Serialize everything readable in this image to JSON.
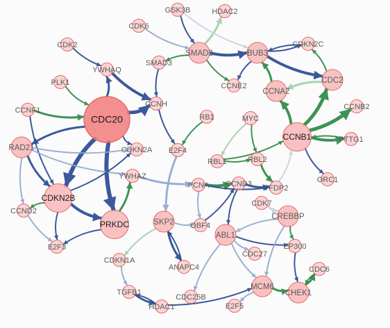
{
  "colors": {
    "background": "#fbfbfb",
    "node_fill": "#f7b7b7",
    "node_fill_big": "#f27b7b",
    "node_stroke": "#e46b6b",
    "edge_blue": "#2b4c93",
    "edge_lightblue": "#93a9d1",
    "edge_green": "#2f8a49",
    "edge_lightgreen": "#9fd0ab",
    "edge_gray": "#c9d1e3"
  },
  "nodes": [
    {
      "id": "GSK3B",
      "label": "GSK3B",
      "size": "s"
    },
    {
      "id": "HDAC2",
      "label": "HDAC2",
      "size": "s"
    },
    {
      "id": "CDK6",
      "label": "CDK6",
      "size": "s"
    },
    {
      "id": "SMAD2",
      "label": "SMAD2",
      "size": "m"
    },
    {
      "id": "BUB3",
      "label": "BUB3",
      "size": "m"
    },
    {
      "id": "CDKN2C",
      "label": "CDKN2C",
      "size": "s"
    },
    {
      "id": "CDK2",
      "label": "CDK2",
      "size": "s"
    },
    {
      "id": "YWHAQ",
      "label": "YWHAQ",
      "size": "s"
    },
    {
      "id": "SMAD3",
      "label": "SMAD3",
      "size": "s"
    },
    {
      "id": "CCNE2",
      "label": "CCNE2",
      "size": "s"
    },
    {
      "id": "CDC2",
      "label": "CDC2",
      "size": "m"
    },
    {
      "id": "PLK1",
      "label": "PLK1",
      "size": "s"
    },
    {
      "id": "CCNA2",
      "label": "CCNA2",
      "size": "m"
    },
    {
      "id": "CCNH",
      "label": "CCNH",
      "size": "s"
    },
    {
      "id": "CCNF1",
      "label": "CCNF1",
      "size": "s"
    },
    {
      "id": "CDC20",
      "label": "CDC20",
      "size": "xl"
    },
    {
      "id": "CCNB2",
      "label": "CCNB2",
      "size": "s"
    },
    {
      "id": "RB1",
      "label": "RB1",
      "size": "s"
    },
    {
      "id": "MYC",
      "label": "MYC",
      "size": "s"
    },
    {
      "id": "CCNB1",
      "label": "CCNB1",
      "size": "l"
    },
    {
      "id": "PTTG1",
      "label": "PTTG1",
      "size": "s"
    },
    {
      "id": "RAD21",
      "label": "RAD21",
      "size": "m"
    },
    {
      "id": "CDKN2A",
      "label": "CDKN2A",
      "size": "s"
    },
    {
      "id": "E2F4",
      "label": "E2F4",
      "size": "s"
    },
    {
      "id": "RBL1",
      "label": "RBL1",
      "size": "s"
    },
    {
      "id": "RBL2",
      "label": "RBL2",
      "size": "s"
    },
    {
      "id": "YWHAZ",
      "label": "YWHAZ",
      "size": "s"
    },
    {
      "id": "ORC1",
      "label": "ORC1",
      "size": "s"
    },
    {
      "id": "PCNA",
      "label": "PCNA",
      "size": "s"
    },
    {
      "id": "CCND3",
      "label": "CCND3",
      "size": "s"
    },
    {
      "id": "TFDP2",
      "label": "TFDP2",
      "size": "s"
    },
    {
      "id": "CDKN2B",
      "label": "CDKN2B",
      "size": "l"
    },
    {
      "id": "CCND2",
      "label": "CCND2",
      "size": "s"
    },
    {
      "id": "CDK7",
      "label": "CDK7",
      "size": "s"
    },
    {
      "id": "CREBBP",
      "label": "CREBBP",
      "size": "m"
    },
    {
      "id": "DBF4",
      "label": "DBF4",
      "size": "s"
    },
    {
      "id": "PRKDC",
      "label": "PRKDC",
      "size": "l"
    },
    {
      "id": "SKP2",
      "label": "SKP2",
      "size": "m"
    },
    {
      "id": "ABL1",
      "label": "ABL1",
      "size": "m"
    },
    {
      "id": "E2F3",
      "label": "E2F3",
      "size": "s"
    },
    {
      "id": "EP300",
      "label": "EP300",
      "size": "s"
    },
    {
      "id": "CDC27",
      "label": "CDC27",
      "size": "s"
    },
    {
      "id": "CDKN1A",
      "label": "CDKN1A",
      "size": "s"
    },
    {
      "id": "ANAPC4",
      "label": "ANAPC4",
      "size": "s"
    },
    {
      "id": "CDC6",
      "label": "CDC6",
      "size": "s"
    },
    {
      "id": "MCM6",
      "label": "MCM6",
      "size": "m"
    },
    {
      "id": "CHEK1",
      "label": "CHEK1",
      "size": "m"
    },
    {
      "id": "TGFB1",
      "label": "TGFB1",
      "size": "s"
    },
    {
      "id": "CDC25B",
      "label": "CDC25B",
      "size": "s"
    },
    {
      "id": "HDAC1",
      "label": "HDAC1",
      "size": "s"
    },
    {
      "id": "E2F5",
      "label": "E2F5",
      "size": "s"
    }
  ],
  "edges": [
    {
      "s": "CDC20",
      "t": "CDKN2B",
      "c": "blue",
      "w": 6
    },
    {
      "s": "CDC20",
      "t": "PRKDC",
      "c": "blue",
      "w": 6
    },
    {
      "s": "CDC20",
      "t": "CCNH",
      "c": "blue",
      "w": 5
    },
    {
      "s": "CDC20",
      "t": "RAD21",
      "c": "blue",
      "w": 3
    },
    {
      "s": "CDC20",
      "t": "YWHAQ",
      "c": "blue",
      "w": 3
    },
    {
      "s": "CDC20",
      "t": "CDKN2A",
      "c": "blue",
      "w": 2
    },
    {
      "s": "PLK1",
      "t": "CDC20",
      "c": "green",
      "w": 2
    },
    {
      "s": "CCNF1",
      "t": "CDC20",
      "c": "green",
      "w": 3
    },
    {
      "s": "CDK2",
      "t": "YWHAQ",
      "c": "blue",
      "w": 2
    },
    {
      "s": "YWHAQ",
      "t": "CCNH",
      "c": "blue",
      "w": 4
    },
    {
      "s": "SMAD3",
      "t": "CCNH",
      "c": "blue",
      "w": 2
    },
    {
      "s": "CCNH",
      "t": "E2F4",
      "c": "blue",
      "w": 2
    },
    {
      "s": "RB1",
      "t": "E2F4",
      "c": "green",
      "w": 2
    },
    {
      "s": "RAD21",
      "t": "CDKN2B",
      "c": "blue",
      "w": 3
    },
    {
      "s": "CCNF1",
      "t": "CDKN2B",
      "c": "blue",
      "w": 2
    },
    {
      "s": "RAD21",
      "t": "YWHAZ",
      "c": "lightblue",
      "w": 2
    },
    {
      "s": "RAD21",
      "t": "CDKN2A",
      "c": "lightblue",
      "w": 2
    },
    {
      "s": "CDKN2B",
      "t": "PRKDC",
      "c": "blue",
      "w": 4
    },
    {
      "s": "CDKN2B",
      "t": "CDKN2A",
      "c": "blue",
      "w": 2
    },
    {
      "s": "CDKN2B",
      "t": "E2F3",
      "c": "blue",
      "w": 2
    },
    {
      "s": "CDKN2B",
      "t": "CCND2",
      "c": "green",
      "w": 2
    },
    {
      "s": "CCND2",
      "t": "E2F3",
      "c": "lightblue",
      "w": 2
    },
    {
      "s": "PRKDC",
      "t": "YWHAZ",
      "c": "green",
      "w": 3
    },
    {
      "s": "PRKDC",
      "t": "E2F3",
      "c": "blue",
      "w": 2
    },
    {
      "s": "RAD21",
      "t": "CCND2",
      "c": "lightblue",
      "w": 2
    },
    {
      "s": "YWHAZ",
      "t": "PCNA",
      "c": "lightblue",
      "w": 3
    },
    {
      "s": "E2F4",
      "t": "SKP2",
      "c": "lightblue",
      "w": 3
    },
    {
      "s": "SKP2",
      "t": "ANAPC4",
      "c": "blue",
      "w": 3
    },
    {
      "s": "ANAPC4",
      "t": "SKP2",
      "c": "blue",
      "w": 2
    },
    {
      "s": "SKP2",
      "t": "CDKN1A",
      "c": "lightgreen",
      "w": 2
    },
    {
      "s": "PCNA",
      "t": "CCND3",
      "c": "green",
      "w": 4
    },
    {
      "s": "CCND3",
      "t": "TFDP2",
      "c": "blue",
      "w": 3
    },
    {
      "s": "PCNA",
      "t": "TFDP2",
      "c": "blue",
      "w": 2
    },
    {
      "s": "PCNA",
      "t": "DBF4",
      "c": "lightblue",
      "w": 2
    },
    {
      "s": "DBF4",
      "t": "CCND3",
      "c": "blue",
      "w": 2
    },
    {
      "s": "CCND3",
      "t": "ABL1",
      "c": "blue",
      "w": 2
    },
    {
      "s": "RBL1",
      "t": "RBL2",
      "c": "green",
      "w": 2
    },
    {
      "s": "MYC",
      "t": "RBL1",
      "c": "lightgreen",
      "w": 2
    },
    {
      "s": "MYC",
      "t": "RBL2",
      "c": "green",
      "w": 2
    },
    {
      "s": "RBL2",
      "t": "TFDP2",
      "c": "green",
      "w": 3
    },
    {
      "s": "RBL1",
      "t": "CCNB1",
      "c": "green",
      "w": 2
    },
    {
      "s": "CCNB1",
      "t": "CCNA2",
      "c": "green",
      "w": 4
    },
    {
      "s": "CCNB1",
      "t": "CDC2",
      "c": "green",
      "w": 5
    },
    {
      "s": "CCNB1",
      "t": "CCNB2",
      "c": "green",
      "w": 5
    },
    {
      "s": "CCNB1",
      "t": "PTTG1",
      "c": "green",
      "w": 4
    },
    {
      "s": "PTTG1",
      "t": "CCNB1",
      "c": "green",
      "w": 2
    },
    {
      "s": "CCNB1",
      "t": "ORC1",
      "c": "blue",
      "w": 2
    },
    {
      "s": "TFDP2",
      "t": "CCNB1",
      "c": "gray",
      "w": 2
    },
    {
      "s": "CCNA2",
      "t": "BUB3",
      "c": "green",
      "w": 3
    },
    {
      "s": "CDC2",
      "t": "CDKN2C",
      "c": "green",
      "w": 2
    },
    {
      "s": "CDC2",
      "t": "CCNA2",
      "c": "lightgreen",
      "w": 3
    },
    {
      "s": "CDKN2C",
      "t": "BUB3",
      "c": "blue",
      "w": 2
    },
    {
      "s": "BUB3",
      "t": "CDKN2C",
      "c": "blue",
      "w": 2
    },
    {
      "s": "BUB3",
      "t": "CDC2",
      "c": "blue",
      "w": 4
    },
    {
      "s": "BUB3",
      "t": "CCNE2",
      "c": "blue",
      "w": 2
    },
    {
      "s": "SMAD2",
      "t": "BUB3",
      "c": "blue",
      "w": 4
    },
    {
      "s": "GSK3B",
      "t": "SMAD2",
      "c": "blue",
      "w": 2
    },
    {
      "s": "SMAD2",
      "t": "HDAC2",
      "c": "lightgreen",
      "w": 3
    },
    {
      "s": "SMAD2",
      "t": "SMAD3",
      "c": "green",
      "w": 2
    },
    {
      "s": "CDK6",
      "t": "SMAD2",
      "c": "lightblue",
      "w": 2
    },
    {
      "s": "SMAD2",
      "t": "CCNE2",
      "c": "green",
      "w": 2
    },
    {
      "s": "GSK3B",
      "t": "BUB3",
      "c": "gray",
      "w": 2
    },
    {
      "s": "CDK7",
      "t": "CREBBP",
      "c": "gray",
      "w": 3
    },
    {
      "s": "CREBBP",
      "t": "ABL1",
      "c": "lightblue",
      "w": 2
    },
    {
      "s": "CREBBP",
      "t": "EP300",
      "c": "green",
      "w": 2
    },
    {
      "s": "ABL1",
      "t": "EP300",
      "c": "blue",
      "w": 2
    },
    {
      "s": "ABL1",
      "t": "CDC27",
      "c": "lightblue",
      "w": 2
    },
    {
      "s": "ABL1",
      "t": "MCM6",
      "c": "lightblue",
      "w": 2
    },
    {
      "s": "ABL1",
      "t": "CDC25B",
      "c": "lightblue",
      "w": 2
    },
    {
      "s": "CREBBP",
      "t": "MCM6",
      "c": "lightblue",
      "w": 2
    },
    {
      "s": "MCM6",
      "t": "CHEK1",
      "c": "green",
      "w": 3
    },
    {
      "s": "CHEK1",
      "t": "CDC6",
      "c": "green",
      "w": 3
    },
    {
      "s": "CDC6",
      "t": "CHEK1",
      "c": "green",
      "w": 2
    },
    {
      "s": "EP300",
      "t": "CHEK1",
      "c": "blue",
      "w": 2
    },
    {
      "s": "MCM6",
      "t": "E2F5",
      "c": "lightblue",
      "w": 2
    },
    {
      "s": "TGFB1",
      "t": "HDAC1",
      "c": "blue",
      "w": 3
    },
    {
      "s": "HDAC1",
      "t": "TGFB1",
      "c": "blue",
      "w": 2
    },
    {
      "s": "HDAC1",
      "t": "MCM6",
      "c": "blue",
      "w": 2
    },
    {
      "s": "CDKN1A",
      "t": "TGFB1",
      "c": "lightblue",
      "w": 2
    },
    {
      "s": "SKP2",
      "t": "DBF4",
      "c": "lightblue",
      "w": 2
    }
  ]
}
